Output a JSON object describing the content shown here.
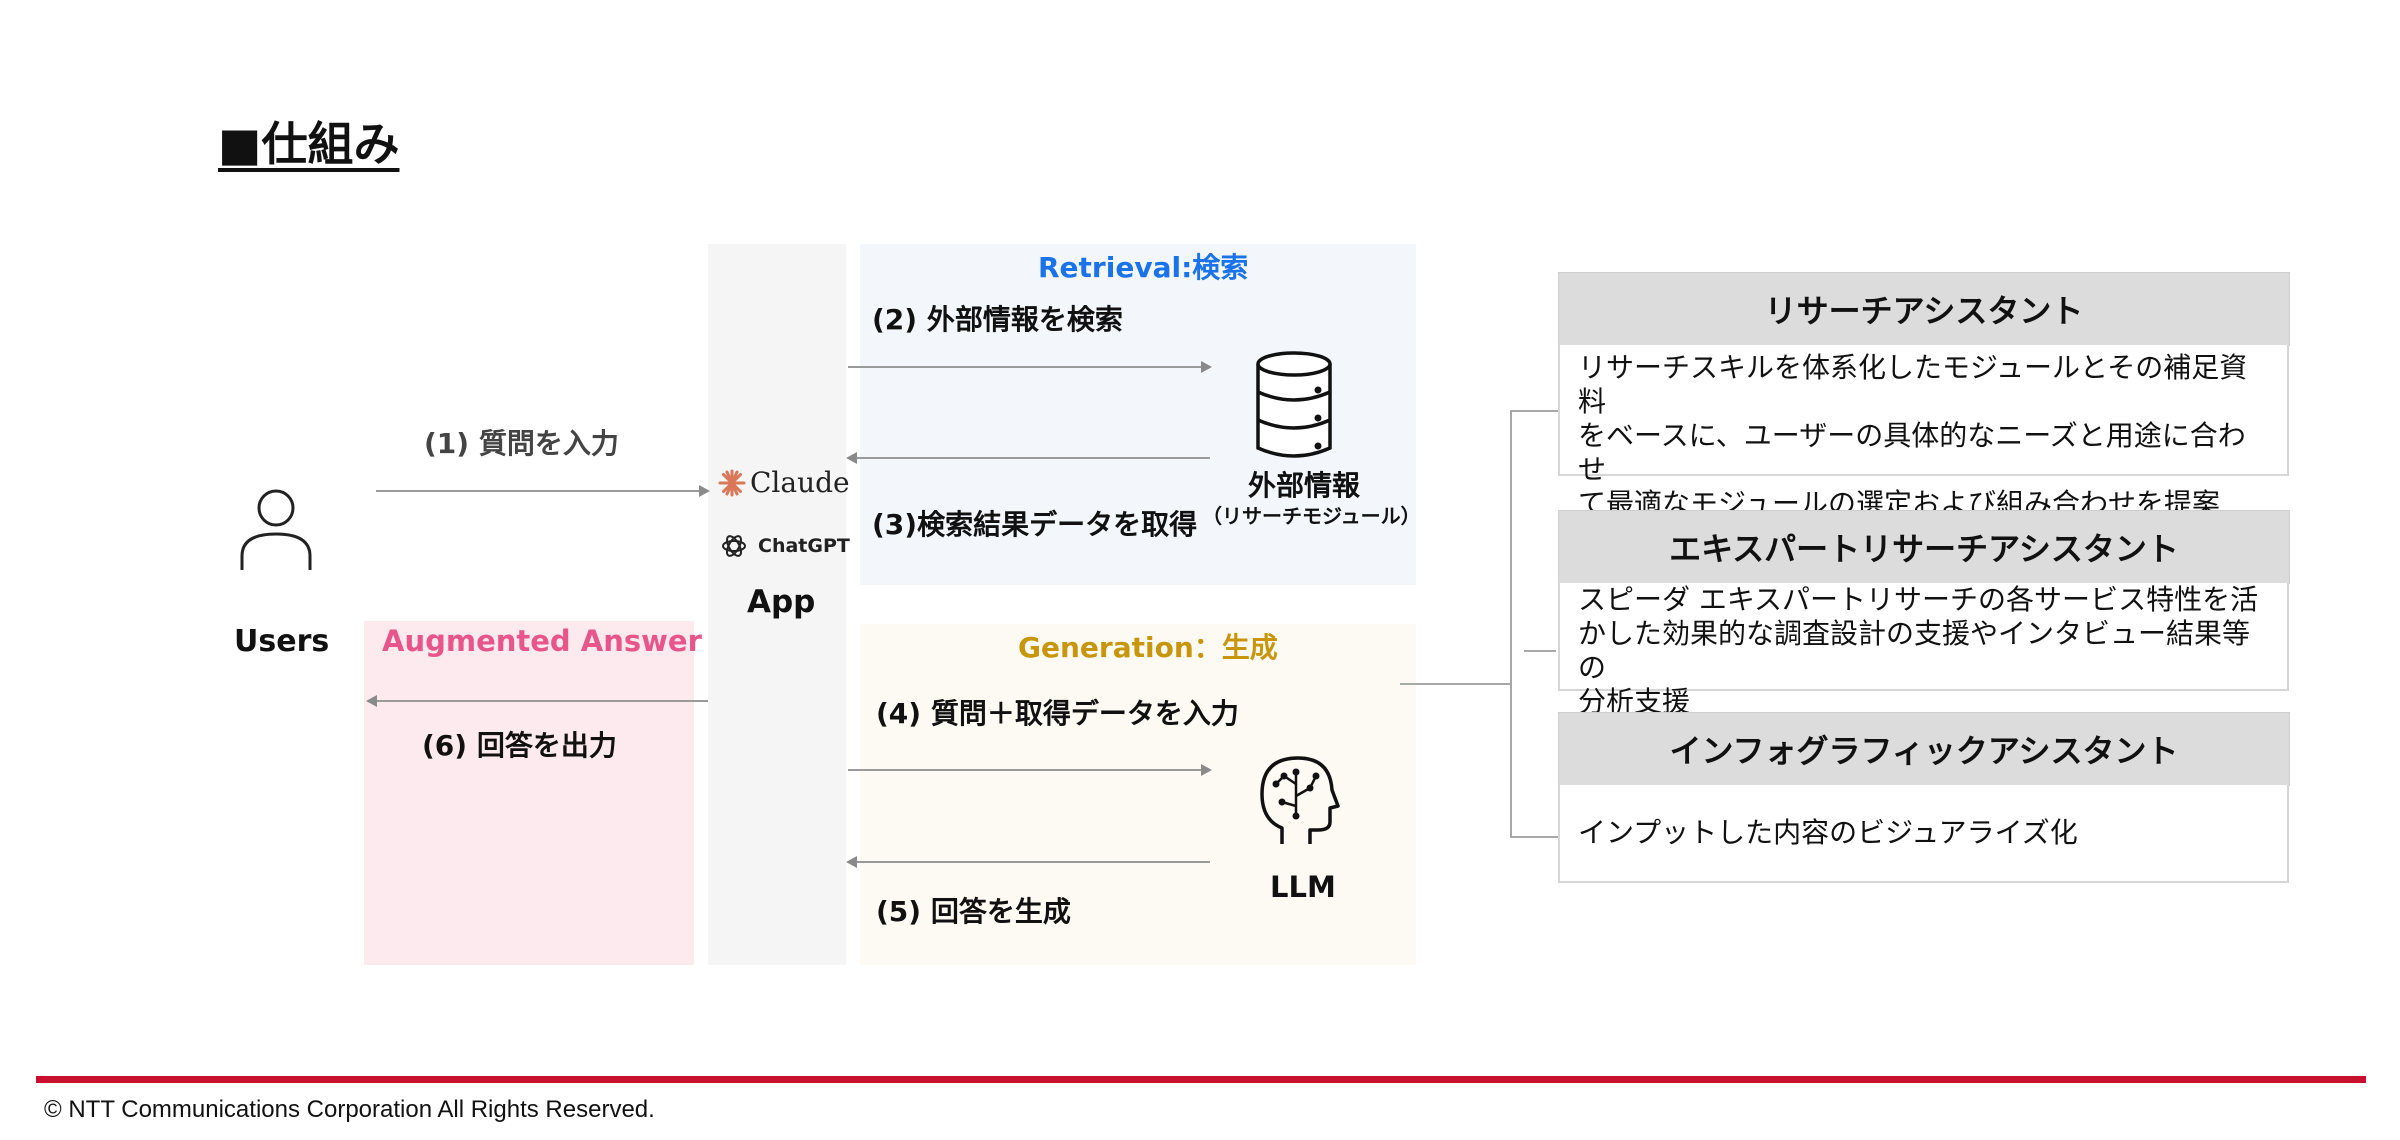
{
  "title": "■仕組み",
  "users_label": "Users",
  "app_label": "App",
  "claude_label": "Claude",
  "chatgpt_label": "ChatGPT",
  "retrieval_label": "Retrieval:検索",
  "generation_label": "Generation：生成",
  "augmented_label": "Augmented Answer",
  "steps": {
    "s1": "(1) 質問を入力",
    "s2": "(2) 外部情報を検索",
    "s3": "(3)検索結果データを取得",
    "s4": "(4) 質問＋取得データを入力",
    "s5": "(5) 回答を生成",
    "s6": "(6) 回答を出力"
  },
  "external_info": {
    "label": "外部情報",
    "sub": "（リサーチモジュール）"
  },
  "llm_label": "LLM",
  "assistants": [
    {
      "title": "リサーチアシスタント",
      "lines": [
        "リサーチスキルを体系化したモジュールとその補足資料",
        "をベースに、ユーザーの具体的なニーズと用途に合わせ",
        "て最適なモジュールの選定および組み合わせを提案"
      ]
    },
    {
      "title": "エキスパートリサーチアシスタント",
      "lines": [
        "スピーダ エキスパートリサーチの各サービス特性を活",
        "かした効果的な調査設計の支援やインタビュー結果等の",
        "分析支援"
      ]
    },
    {
      "title": "インフォグラフィックアシスタント",
      "lines": [
        "インプットした内容のビジュアライズ化"
      ]
    }
  ],
  "colors": {
    "retrieval": "#1a73e8",
    "generation": "#c8960c",
    "augmented": "#e8558a",
    "footer_line": "#c8102e",
    "claude": "#d97757"
  },
  "footer": "© NTT Communications Corporation All Rights Reserved."
}
